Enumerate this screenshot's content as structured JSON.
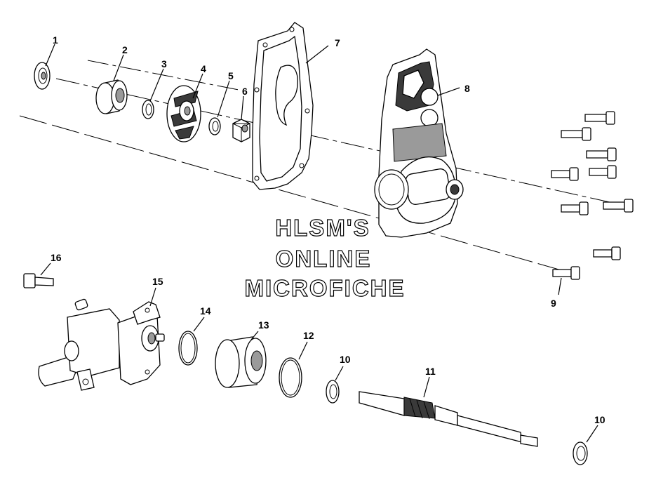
{
  "watermark": {
    "line1": "HLSM'S",
    "line2": "ONLINE",
    "line3": "MICROFICHE"
  },
  "callouts": {
    "c1": "1",
    "c2": "2",
    "c3": "3",
    "c4": "4",
    "c5": "5",
    "c6": "6",
    "c7": "7",
    "c8": "8",
    "c9": "9",
    "c10a": "10",
    "c10b": "10",
    "c11": "11",
    "c12": "12",
    "c13": "13",
    "c14": "14",
    "c15": "15",
    "c16": "16"
  }
}
